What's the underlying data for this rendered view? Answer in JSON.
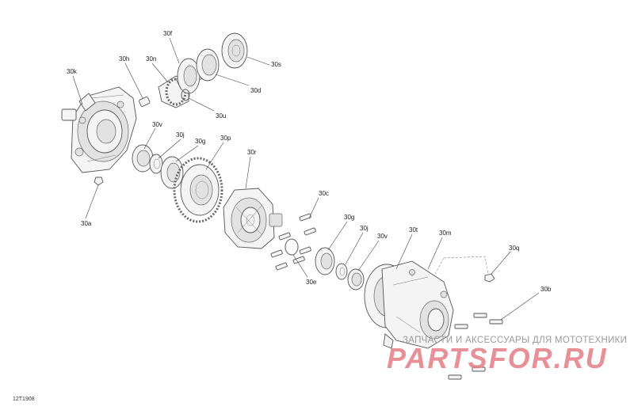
{
  "labels": {
    "30f": "30f",
    "30h": "30h",
    "30n": "30n",
    "30k": "30k",
    "30s": "30s",
    "30d": "30d",
    "30u": "30u",
    "30v_top": "30v",
    "30j_top": "30j",
    "30g_top": "30g",
    "30p": "30p",
    "30r": "30r",
    "30a": "30a",
    "30c": "30c",
    "30g_mid": "30g",
    "30j_mid": "30j",
    "30v_mid": "30v",
    "30t": "30t",
    "30m": "30m",
    "30e": "30e",
    "30q": "30q",
    "30b": "30b"
  },
  "watermark": {
    "subtitle": "ЗАПЧАСТИ И АКСЕССУАРЫ ДЛЯ МОТОТЕХНИКИ",
    "brand": "PARTSFOR.RU"
  },
  "reference_code": "12T1908"
}
